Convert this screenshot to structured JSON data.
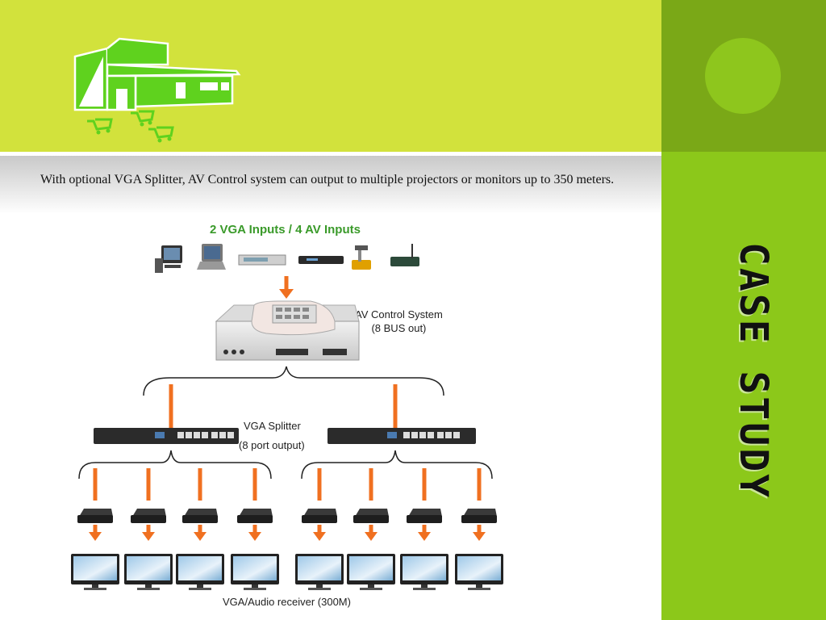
{
  "slide": {
    "caption": "With optional VGA Splitter, AV Control system can output to multiple projectors or monitors up to 350 meters.",
    "side_title": "CASE STUDY"
  },
  "diagram": {
    "inputs_title": "2 VGA Inputs / 4 AV Inputs",
    "av_control_line1": "AV Control System",
    "av_control_line2": "(8 BUS out)",
    "vga_splitter_label": "VGA Splitter",
    "vga_splitter_sub": "(8 port output)",
    "receiver_label": "VGA/Audio receiver (300M)",
    "source_devices": [
      "desktop-pc",
      "laptop",
      "av-device",
      "dvd-player",
      "projector",
      "wireless-router"
    ]
  },
  "colors": {
    "top_band": "#d2e23c",
    "side_dark": "#7aa817",
    "side_light": "#8cc81a",
    "logo_green": "#5fd21e",
    "arrow_orange": "#f07020",
    "inputs_title_green": "#3a9a2a"
  }
}
